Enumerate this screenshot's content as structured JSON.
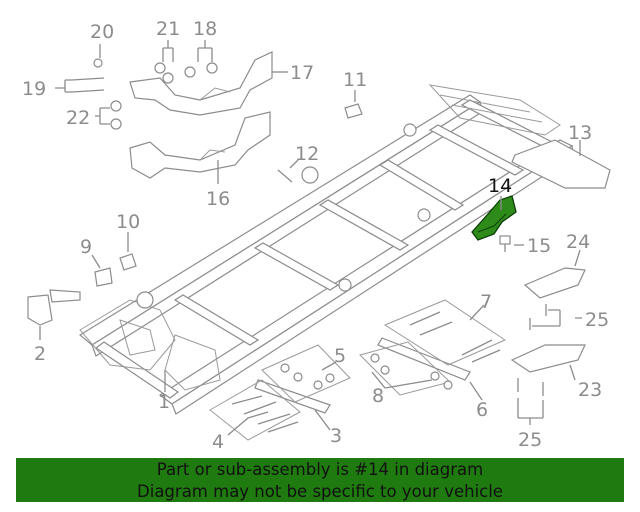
{
  "callouts": {
    "c1": "1",
    "c2": "2",
    "c3": "3",
    "c4": "4",
    "c5": "5",
    "c6": "6",
    "c7": "7",
    "c8": "8",
    "c9": "9",
    "c10": "10",
    "c11": "11",
    "c12": "12",
    "c13": "13",
    "c14": "14",
    "c15": "15",
    "c16": "16",
    "c17": "17",
    "c18": "18",
    "c19": "19",
    "c20": "20",
    "c21": "21",
    "c22": "22",
    "c23": "23",
    "c24": "24",
    "c25a": "25",
    "c25b": "25"
  },
  "highlight": {
    "part_number": "14",
    "color": "#2e8b1a"
  },
  "colors": {
    "banner_bg": "#1f7a10",
    "label_gray": "#8c8c8c"
  },
  "banner": {
    "line1": "Part or sub-assembly is #14 in diagram",
    "line2": "Diagram may not be specific to your vehicle"
  }
}
